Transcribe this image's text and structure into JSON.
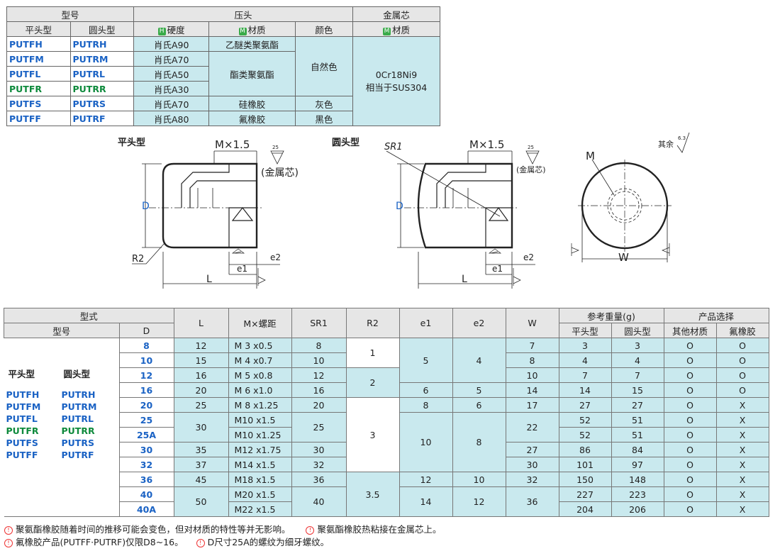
{
  "top_table": {
    "header": {
      "model": "型号",
      "head": "压头",
      "metal_core": "金属芯"
    },
    "subheader": {
      "flat": "平头型",
      "round": "圆头型",
      "hardness": "硬度",
      "material": "材质",
      "color": "颜色",
      "core_material": "材质",
      "badge_h": "H",
      "badge_m": "M"
    },
    "rows": [
      {
        "flat": "PUTFH",
        "round": "PUTRH",
        "hardness": "肖氏A90",
        "material": "乙醚类聚氨酯",
        "color": "自然色"
      },
      {
        "flat": "PUTFM",
        "round": "PUTRM",
        "hardness": "肖氏A70",
        "material": "酯类聚氨酯",
        "color": ""
      },
      {
        "flat": "PUTFL",
        "round": "PUTRL",
        "hardness": "肖氏A50",
        "material": "",
        "color": ""
      },
      {
        "flat": "PUTFR",
        "round": "PUTRR",
        "hardness": "肖氏A30",
        "material": "",
        "color": ""
      },
      {
        "flat": "PUTFS",
        "round": "PUTRS",
        "hardness": "肖氏A70",
        "material": "硅橡胶",
        "color": "灰色"
      },
      {
        "flat": "PUTFF",
        "round": "PUTRF",
        "hardness": "肖氏A80",
        "material": "氟橡胶",
        "color": "黑色"
      }
    ],
    "core_material_line1": "0Cr18Ni9",
    "core_material_line2": "相当于SUS304"
  },
  "drawing": {
    "flat_title": "平头型",
    "round_title": "圆头型",
    "thread_label": "M×1.5",
    "core_label": "(金属芯)",
    "D": "D",
    "L": "L",
    "R2": "R2",
    "SR1": "SR1",
    "e1": "e1",
    "e2": "e2",
    "M": "M",
    "W": "W",
    "rough_25": "25",
    "rough_63": "6.3",
    "others": "其余"
  },
  "spec_table": {
    "headers": {
      "type_form": "型式",
      "type": "型号",
      "D": "D",
      "L": "L",
      "M": "M×螺距",
      "SR1": "SR1",
      "R2": "R2",
      "e1": "e1",
      "e2": "e2",
      "W": "W",
      "weight": "参考重量(g)",
      "w_flat": "平头型",
      "w_round": "圆头型",
      "selection": "产品选择",
      "sel_other": "其他材质",
      "sel_fluoro": "氟橡胶"
    },
    "type_col": {
      "flat_label": "平头型",
      "round_label": "圆头型",
      "pairs": [
        [
          "PUTFH",
          "PUTRH"
        ],
        [
          "PUTFM",
          "PUTRM"
        ],
        [
          "PUTFL",
          "PUTRL"
        ],
        [
          "PUTFR",
          "PUTRR"
        ],
        [
          "PUTFS",
          "PUTRS"
        ],
        [
          "PUTFF",
          "PUTRF"
        ]
      ]
    },
    "rows": [
      {
        "D": "8",
        "L": "12",
        "M": "M 3 x0.5",
        "SR1": "8",
        "W": "7",
        "wf": "3",
        "wr": "3",
        "so": "O",
        "sf": "O"
      },
      {
        "D": "10",
        "L": "15",
        "M": "M 4 x0.7",
        "SR1": "10",
        "W": "8",
        "wf": "4",
        "wr": "4",
        "so": "O",
        "sf": "O"
      },
      {
        "D": "12",
        "L": "16",
        "M": "M 5 x0.8",
        "SR1": "12",
        "W": "10",
        "wf": "7",
        "wr": "7",
        "so": "O",
        "sf": "O"
      },
      {
        "D": "16",
        "L": "20",
        "M": "M 6 x1.0",
        "SR1": "16",
        "W": "14",
        "wf": "14",
        "wr": "15",
        "so": "O",
        "sf": "O"
      },
      {
        "D": "20",
        "L": "25",
        "M": "M 8 x1.25",
        "SR1": "20",
        "W": "17",
        "wf": "27",
        "wr": "27",
        "so": "O",
        "sf": "X"
      },
      {
        "D": "25",
        "L": "30",
        "M": "M10 x1.5",
        "SR1": "25",
        "W": "22",
        "wf": "52",
        "wr": "51",
        "so": "O",
        "sf": "X"
      },
      {
        "D": "25A",
        "L": "",
        "M": "M10 x1.25",
        "SR1": "",
        "W": "",
        "wf": "52",
        "wr": "51",
        "so": "O",
        "sf": "X"
      },
      {
        "D": "30",
        "L": "35",
        "M": "M12 x1.75",
        "SR1": "30",
        "W": "27",
        "wf": "86",
        "wr": "84",
        "so": "O",
        "sf": "X"
      },
      {
        "D": "32",
        "L": "37",
        "M": "M14 x1.5",
        "SR1": "32",
        "W": "30",
        "wf": "101",
        "wr": "97",
        "so": "O",
        "sf": "X"
      },
      {
        "D": "36",
        "L": "45",
        "M": "M18 x1.5",
        "SR1": "36",
        "W": "32",
        "wf": "150",
        "wr": "148",
        "so": "O",
        "sf": "X"
      },
      {
        "D": "40",
        "L": "50",
        "M": "M20 x1.5",
        "SR1": "40",
        "W": "36",
        "wf": "227",
        "wr": "223",
        "so": "O",
        "sf": "X"
      },
      {
        "D": "40A",
        "L": "",
        "M": "M22 x1.5",
        "SR1": "",
        "W": "",
        "wf": "204",
        "wr": "206",
        "so": "O",
        "sf": "X"
      }
    ],
    "R2": [
      "1",
      "2",
      "3",
      "3.5"
    ],
    "e1": [
      "5",
      "6",
      "8",
      "10",
      "12",
      "14"
    ],
    "e2": [
      "4",
      "5",
      "6",
      "8",
      "10",
      "12"
    ]
  },
  "notes": {
    "n1": "聚氨酯橡胶随着时间的推移可能会变色，但对材质的特性等并无影响。",
    "n2": "聚氨酯橡胶热粘接在金属芯上。",
    "n3": "氟橡胶产品(PUTFF·PUTRF)仅限D8~16。",
    "n4": "D尺寸25A的螺纹为细牙螺纹。",
    "icon": "!"
  }
}
